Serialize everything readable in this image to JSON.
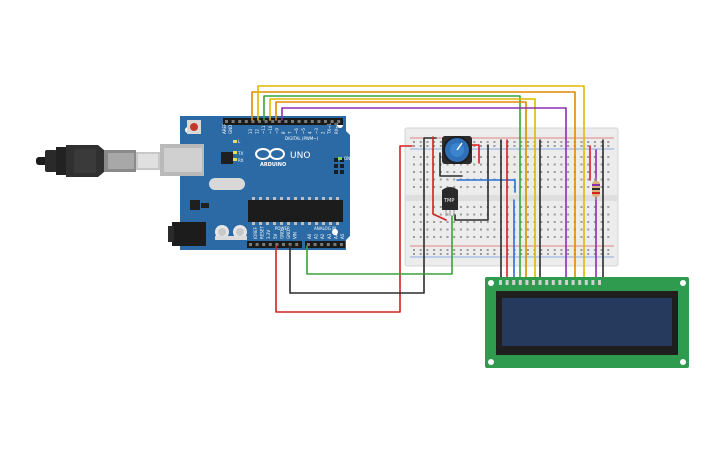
{
  "arduino": {
    "brand": "ARDUINO",
    "model": "UNO",
    "digital_header_label": "DIGITAL (PWM~)",
    "power_header_label": "POWER",
    "analog_header_label": "ANALOG IN",
    "tx_label": "TX",
    "rx_label": "RX",
    "on_label": "ON",
    "l_label": "L",
    "aref_label": "AREF",
    "gnd_label": "GND",
    "digital_pin_labels": [
      "13",
      "12",
      "~11",
      "~10",
      "~9",
      "8",
      "7",
      "~6",
      "~5",
      "4",
      "~3",
      "2",
      "TX→1",
      "RX←0"
    ],
    "power_pin_labels": [
      "IOREF",
      "RESET",
      "3.3V",
      "5V",
      "GND",
      "GND",
      "VIN"
    ],
    "analog_pin_labels": [
      "A0",
      "A1",
      "A2",
      "A3",
      "A4",
      "A5"
    ]
  },
  "sensor": {
    "label": "TMP"
  },
  "colors": {
    "board": "#2b6aa5",
    "board_dark": "#1d4f7e",
    "wire_red": "#d42020",
    "wire_black": "#2b2b2b",
    "wire_green": "#3aa33a",
    "wire_yellow": "#e0b800",
    "wire_orange": "#e08a00",
    "wire_blue": "#2a6fd1",
    "wire_purple": "#8a2fb0",
    "breadboard": "#ececec",
    "lcd_pcb": "#2f9b4f",
    "lcd_screen": "#263a5e",
    "potentiometer": "#2e6fb7"
  },
  "icons": {
    "usb_cable": "usb-cable-icon",
    "potentiometer": "potentiometer-icon",
    "resistor": "resistor-icon",
    "temperature_sensor": "temperature-sensor-icon"
  }
}
